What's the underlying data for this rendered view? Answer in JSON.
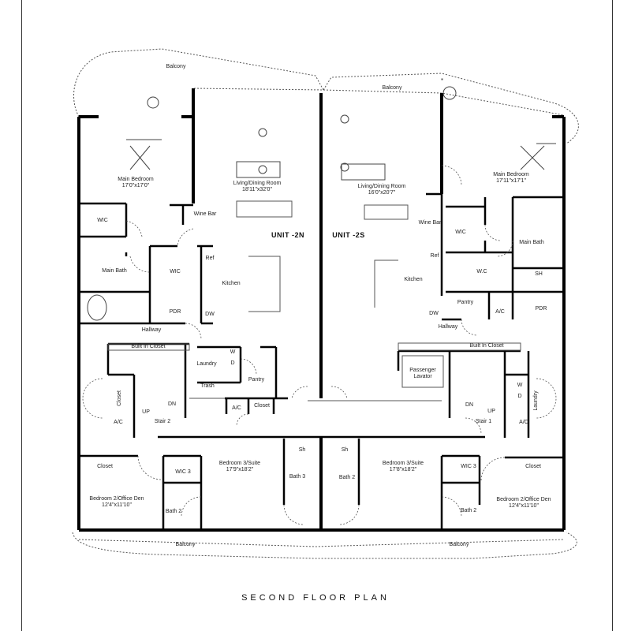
{
  "title": "SECOND FLOOR PLAN",
  "units": [
    {
      "id": "unit-2n",
      "label": "UNIT -2N"
    },
    {
      "id": "unit-2s",
      "label": "UNIT -2S"
    }
  ],
  "rooms_2n": {
    "balcony_top": "Balcony",
    "main_bedroom": {
      "name": "Main Bedroom",
      "dim": "17'0\"x17'0\""
    },
    "living_dining": {
      "name": "Living/Dining Room",
      "dim": "18'11\"x32'0\""
    },
    "wic_1": "WIC",
    "wine_bar": "Wine Bar",
    "main_bath": "Main Bath",
    "wic_2": "WIC",
    "ref": "Ref",
    "kitchen": "Kitchen",
    "pdr": "PDR",
    "dw": "DW",
    "hallway": "Hallway",
    "built_in_closet": "Built In Closet",
    "laundry": "Laundry",
    "laundry_w": "W",
    "laundry_d": "D",
    "pantry": "Pantry",
    "trash": "Trash",
    "ac": "A/C",
    "closet_small": "Closet",
    "closet_stair": "Closet",
    "ac_stair": "A/C",
    "stair": "Stair 2",
    "stair_up": "UP",
    "stair_dn": "DN",
    "bedroom_2": {
      "name": "Bedroom 2/Office Den",
      "dim": "12'4\"x11'10\""
    },
    "bedroom_2_closet": "Closet",
    "bedroom_3": {
      "name": "Bedroom 3/Suite",
      "dim": "17'9\"x18'2\""
    },
    "wic_3": "WIC 3",
    "bath_2": "Bath 2",
    "bath_3": "Bath 3",
    "sh": "Sh",
    "balcony_bottom": "Balcony"
  },
  "rooms_2s": {
    "balcony_top": "Balcony",
    "main_bedroom": {
      "name": "Main Bedroom",
      "dim": "17'11\"x17'1\""
    },
    "living_dining": {
      "name": "Living/Dining Room",
      "dim": "16'0\"x20'7\""
    },
    "wine_bar": "Wine Bar",
    "wic": "WIC",
    "main_bath": "Main Bath",
    "ref": "Ref",
    "kitchen": "Kitchen",
    "wic_2": "W.C",
    "shower": "SH",
    "pantry": "Pantry",
    "ac": "A/C",
    "pdr": "PDR",
    "dw": "DW",
    "hallway": "Hallway",
    "built_in_closet": "Built In Closet",
    "elevator": "Passenger Lavator",
    "laundry": "Laundry",
    "laundry_w": "W",
    "laundry_d": "D",
    "ac_stair": "A/C",
    "stair": "Stair 1",
    "stair_up": "UP",
    "stair_dn": "DN",
    "bedroom_3": {
      "name": "Bedroom 3/Suite",
      "dim": "17'8\"x18'2\""
    },
    "wic_3": "WIC 3",
    "bath_2": "Bath 2",
    "bath_2b": "Bath 2",
    "sh": "Sh",
    "bedroom_2": {
      "name": "Bedroom 2/Office Den",
      "dim": "12'4\"x11'10\""
    },
    "bedroom_2_closet": "Closet",
    "balcony_bottom": "Balcony"
  }
}
